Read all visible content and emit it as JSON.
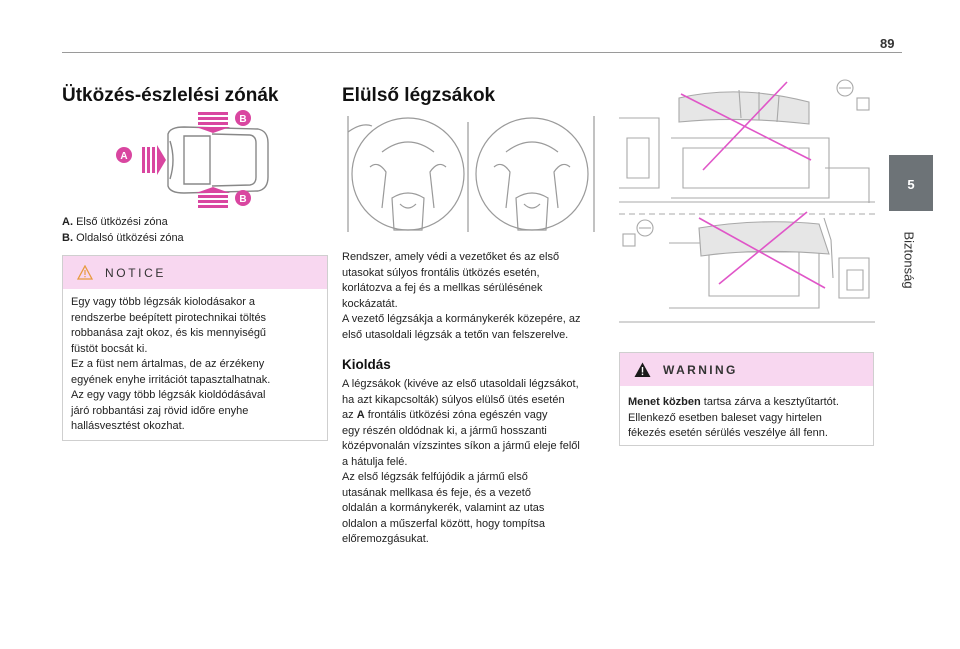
{
  "page": {
    "number": "89"
  },
  "side_tab": {
    "number": "5",
    "label": "Biztonság"
  },
  "left": {
    "title": "Ütközés-észlelési zónák",
    "figure": {
      "label_a": "A",
      "label_b_top": "B",
      "label_b_bottom": "B",
      "accent_color": "#d946a0"
    },
    "legend": [
      {
        "key": "A.",
        "text": "Első ütközési zóna"
      },
      {
        "key": "B.",
        "text": "Oldalsó ütközési zóna"
      }
    ],
    "notice": {
      "title": "NOTICE",
      "lines": [
        "Egy vagy több légzsák kiolodásakor a",
        "rendszerbe beépített pirotechnikai töltés",
        "robbanása zajt okoz, és kis mennyiségű",
        "füstöt bocsát ki.",
        "Ez a füst nem ártalmas, de az érzékeny",
        "egyének enyhe irritációt tapasztalhatnak.",
        "Az egy vagy több légzsák kioldódásával",
        "járó robbantási zaj rövid időre enyhe",
        "hallásvesztést okozhat."
      ]
    }
  },
  "middle": {
    "title": "Elülső légzsákok",
    "intro": [
      "Rendszer, amely védi a vezetőket és az első",
      "utasokat súlyos frontális ütközés esetén,",
      "korlátozva a fej és a mellkas sérülésének",
      "kockázatát.",
      "A vezető légzsákja a kormánykerék közepére, az",
      "első utasoldali légzsák a tetőn van felszerelve."
    ],
    "subtitle": "Kioldás",
    "body": {
      "l1": "A légzsákok (kivéve az első utasoldali légzsákot,",
      "l2": "ha azt kikapcsolták) súlyos elülső ütés esetén",
      "l3_pre": "az ",
      "l3_bold": "A",
      "l3_post": " frontális ütközési zóna egészén vagy",
      "l4": "egy részén oldódnak ki, a jármű hosszanti",
      "l5": "középvonalán vízszintes síkon a jármű eleje felől",
      "l6": "a hátulja felé.",
      "l7": "Az első légzsák felfújódik a jármű első",
      "l8": "utasának mellkasa és feje, és a vezető",
      "l9": "oldalán a kormánykerék, valamint az utas",
      "l10": "oldalon a műszerfal között, hogy tompítsa",
      "l11": "előremozgásukat."
    }
  },
  "right": {
    "warning": {
      "title": "WARNING",
      "bold": "Menet közben",
      "l1_rest": " tartsa zárva a kesztyűtartót.",
      "l2": "Ellenkező esetben baleset vagy hirtelen",
      "l3": "fékezés esetén sérülés veszélye áll fenn."
    }
  }
}
